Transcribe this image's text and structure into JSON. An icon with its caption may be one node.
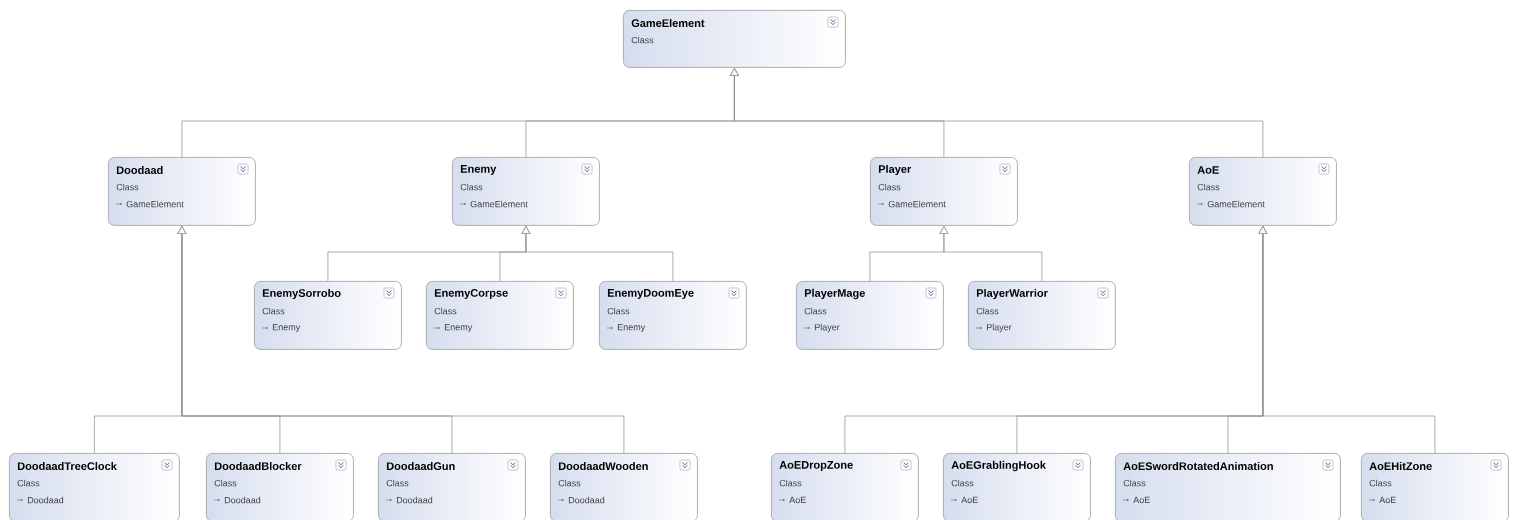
{
  "diagram": {
    "nodes": [
      {
        "text": [
          "GameElement",
          "Class"
        ]
      },
      {
        "text": [
          "Doodaad",
          "Class",
          "GameElement"
        ]
      },
      {
        "text": [
          "Enemy",
          "Class",
          "GameElement"
        ]
      },
      {
        "text": [
          "Player",
          "Class",
          "GameElement"
        ]
      },
      {
        "text": [
          "AoE",
          "Class",
          "GameElement"
        ]
      },
      {
        "text": [
          "EnemySorrobo",
          "Class",
          "Enemy"
        ]
      },
      {
        "text": [
          "EnemyCorpse",
          "Class",
          "Enemy"
        ]
      },
      {
        "text": [
          "EnemyDoomEye",
          "Class",
          "Enemy"
        ]
      },
      {
        "text": [
          "PlayerMage",
          "Class",
          "Player"
        ]
      },
      {
        "text": [
          "PlayerWarrior",
          "Class",
          "Player"
        ]
      },
      {
        "text": [
          "DoodaadTreeClock",
          "Class",
          "Doodaad"
        ]
      },
      {
        "text": [
          "DoodaadBlocker",
          "Class",
          "Doodaad"
        ]
      },
      {
        "text": [
          "DoodaadGun",
          "Class",
          "Doodaad"
        ]
      },
      {
        "text": [
          "DoodaadWooden",
          "Class",
          "Doodaad"
        ]
      },
      {
        "text": [
          "AoEDropZone",
          "Class",
          "AoE"
        ]
      },
      {
        "text": [
          "AoEGrablingHook",
          "Class",
          "AoE"
        ]
      },
      {
        "text": [
          "AoESwordRotatedAnimation",
          "Class",
          "AoE"
        ]
      },
      {
        "text": [
          "AoEHitZone",
          "Class",
          "AoE"
        ]
      }
    ],
    "edges": [
      {
        "from": 1,
        "to": 0,
        "arrow": "to"
      },
      {
        "from": 2,
        "to": 0,
        "arrow": "to"
      },
      {
        "from": 3,
        "to": 0,
        "arrow": "to"
      },
      {
        "from": 4,
        "to": 0,
        "arrow": "to"
      },
      {
        "from": 5,
        "to": 2,
        "arrow": "to"
      },
      {
        "from": 6,
        "to": 2,
        "arrow": "to"
      },
      {
        "from": 7,
        "to": 2,
        "arrow": "to"
      },
      {
        "from": 8,
        "to": 3,
        "arrow": "to"
      },
      {
        "from": 9,
        "to": 3,
        "arrow": "to"
      },
      {
        "from": 10,
        "to": 1,
        "arrow": "to"
      },
      {
        "from": 11,
        "to": 1,
        "arrow": "to"
      },
      {
        "from": 12,
        "to": 1,
        "arrow": "to"
      },
      {
        "from": 13,
        "to": 1,
        "arrow": "to"
      },
      {
        "from": 14,
        "to": 4,
        "arrow": "to"
      },
      {
        "from": 15,
        "to": 4,
        "arrow": "to"
      },
      {
        "from": 16,
        "to": 4,
        "arrow": "to"
      },
      {
        "from": 17,
        "to": 4,
        "arrow": "to"
      }
    ]
  }
}
